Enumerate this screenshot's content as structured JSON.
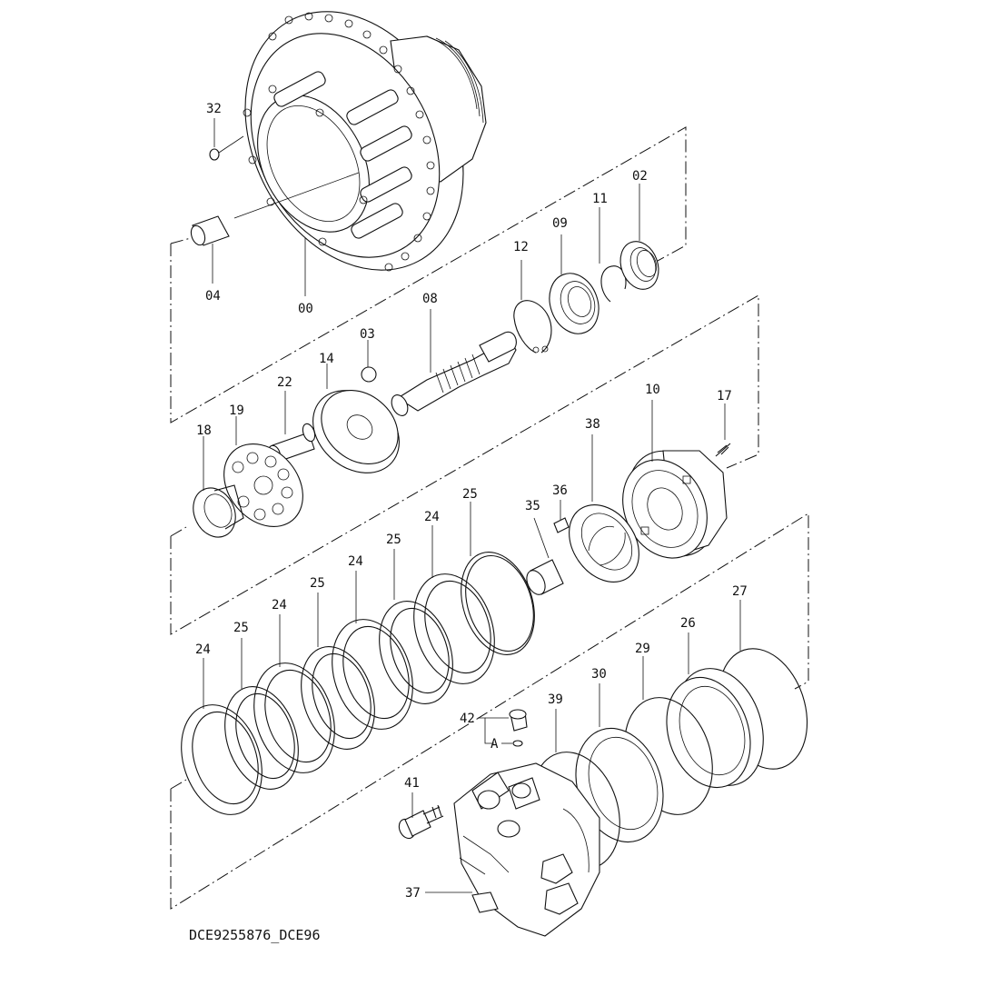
{
  "diagram": {
    "caption": "DCE9255876_DCE96",
    "labels": {
      "p00": "00",
      "p02": "02",
      "p03": "03",
      "p04": "04",
      "p08": "08",
      "p09": "09",
      "p10": "10",
      "p11": "11",
      "p12": "12",
      "p14": "14",
      "p17": "17",
      "p18": "18",
      "p19": "19",
      "p22": "22",
      "p24a": "24",
      "p24b": "24",
      "p24c": "24",
      "p24d": "24",
      "p25a": "25",
      "p25b": "25",
      "p25c": "25",
      "p25d": "25",
      "p26": "26",
      "p27": "27",
      "p29": "29",
      "p30": "30",
      "p32": "32",
      "p35": "35",
      "p36": "36",
      "p37": "37",
      "p38": "38",
      "p39": "39",
      "p41": "41",
      "p42": "42",
      "detailA": "A"
    }
  }
}
